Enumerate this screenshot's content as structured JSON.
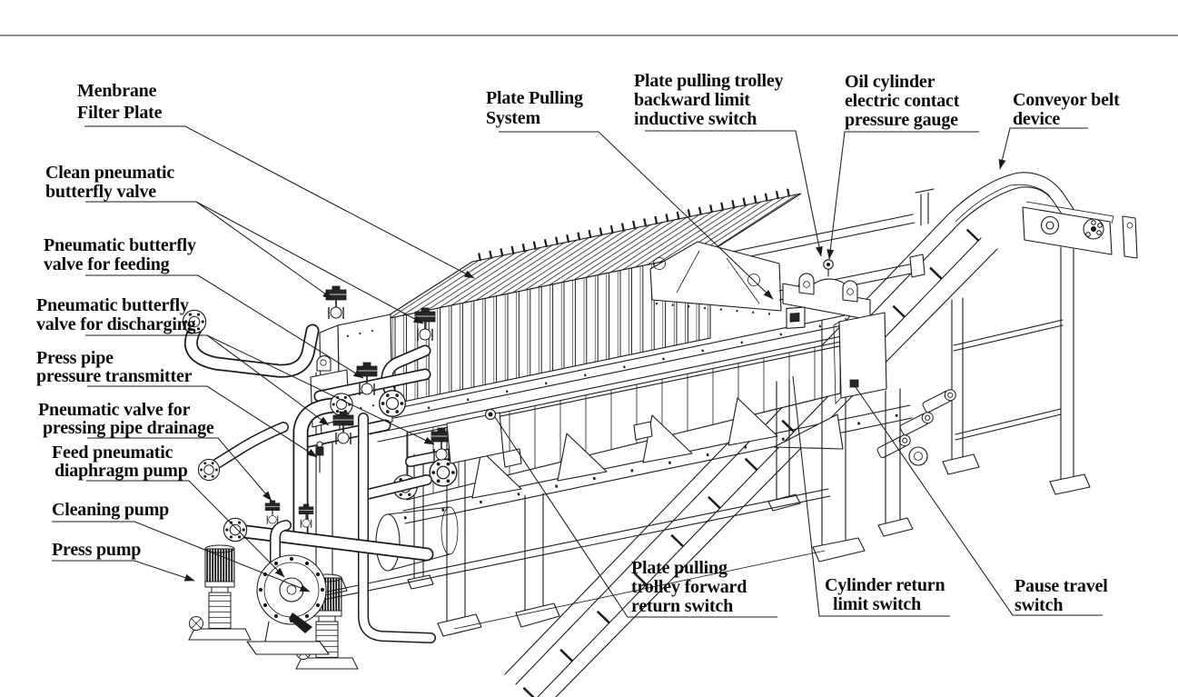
{
  "figure": {
    "background": "#ffffff",
    "line_color": "#1b1b1b",
    "labels": [
      {
        "id": "membrane-filter-plate",
        "lines": [
          "Menbrane",
          "Filter Plate"
        ]
      },
      {
        "id": "clean-pneumatic-butterfly-valve",
        "lines": [
          "Clean pneumatic",
          "butterfly valve"
        ]
      },
      {
        "id": "pneumatic-butterfly-valve-for-feeding",
        "lines": [
          "Pneumatic butterfly",
          "valve for feeding"
        ]
      },
      {
        "id": "pneumatic-butterfly-valve-for-discharging",
        "lines": [
          "Pneumatic butterfly",
          "valve for discharging"
        ]
      },
      {
        "id": "press-pipe-pressure-transmitter",
        "lines": [
          "Press pipe",
          "pressure transmitter"
        ]
      },
      {
        "id": "pneumatic-valve-for-pressing-pipe-drainage",
        "lines": [
          "Pneumatic valve for",
          "pressing pipe drainage"
        ]
      },
      {
        "id": "feed-pneumatic-diaphragm-pump",
        "lines": [
          "Feed pneumatic",
          "diaphragm pump"
        ]
      },
      {
        "id": "cleaning-pump",
        "lines": [
          "Cleaning pump"
        ]
      },
      {
        "id": "press-pump",
        "lines": [
          "Press pump"
        ]
      },
      {
        "id": "plate-pulling-system",
        "lines": [
          "Plate Pulling",
          "System"
        ]
      },
      {
        "id": "plate-pulling-trolley-backward-limit-inductive-switch",
        "lines": [
          "Plate pulling trolley",
          "backward limit",
          "inductive switch"
        ]
      },
      {
        "id": "oil-cylinder-electric-contact-pressure-gauge",
        "lines": [
          "Oil cylinder",
          "electric contact",
          "pressure gauge"
        ]
      },
      {
        "id": "conveyor-belt-device",
        "lines": [
          "Conveyor belt",
          "device"
        ]
      },
      {
        "id": "plate-pulling-trolley-forward-return-switch",
        "lines": [
          "Plate pulling",
          "trolley forward",
          "return switch"
        ]
      },
      {
        "id": "cylinder-return-limit-switch",
        "lines": [
          "Cylinder return",
          "limit switch"
        ]
      },
      {
        "id": "pause-travel-switch",
        "lines": [
          "Pause travel",
          "switch"
        ]
      }
    ]
  }
}
